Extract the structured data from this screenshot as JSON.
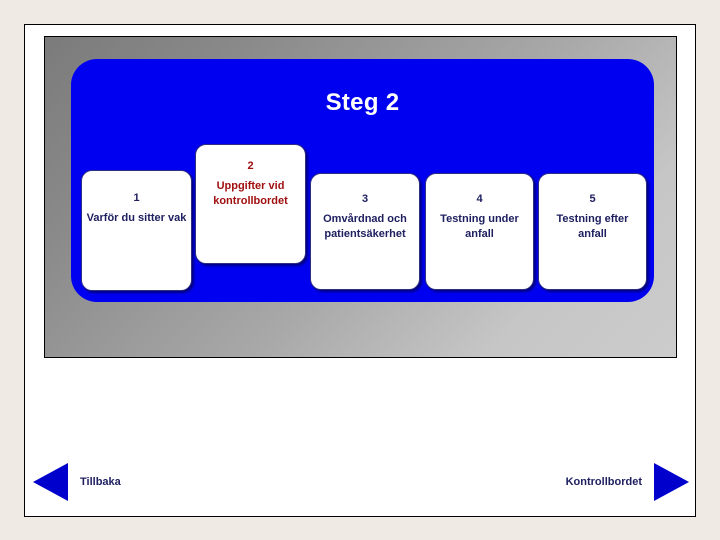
{
  "slide": {
    "title": "Steg 2",
    "title_color": "#ffffff",
    "band_color": "#0000f0",
    "panel_gradient_from": "#7b7b7b",
    "panel_gradient_to": "#cccccc",
    "page_background": "#ffffff",
    "outer_background": "#efebe4"
  },
  "steps": [
    {
      "number": "1",
      "label": "Varför du sitter vak",
      "state": "normal",
      "color": "#1f2060"
    },
    {
      "number": "2",
      "label": "Uppgifter vid kontrollbordet",
      "state": "current",
      "color": "#a01010"
    },
    {
      "number": "3",
      "label": "Omvårdnad och patientsäkerhet",
      "state": "normal",
      "color": "#1f2060"
    },
    {
      "number": "4",
      "label": "Testning under anfall",
      "state": "normal",
      "color": "#1f2060"
    },
    {
      "number": "5",
      "label": "Testning efter anfall",
      "state": "normal",
      "color": "#1f2060"
    }
  ],
  "footer": {
    "back_label": "Tillbaka",
    "next_label": "Kontrollbordet",
    "arrow_color": "#0000cc",
    "label_color": "#1f2060"
  }
}
